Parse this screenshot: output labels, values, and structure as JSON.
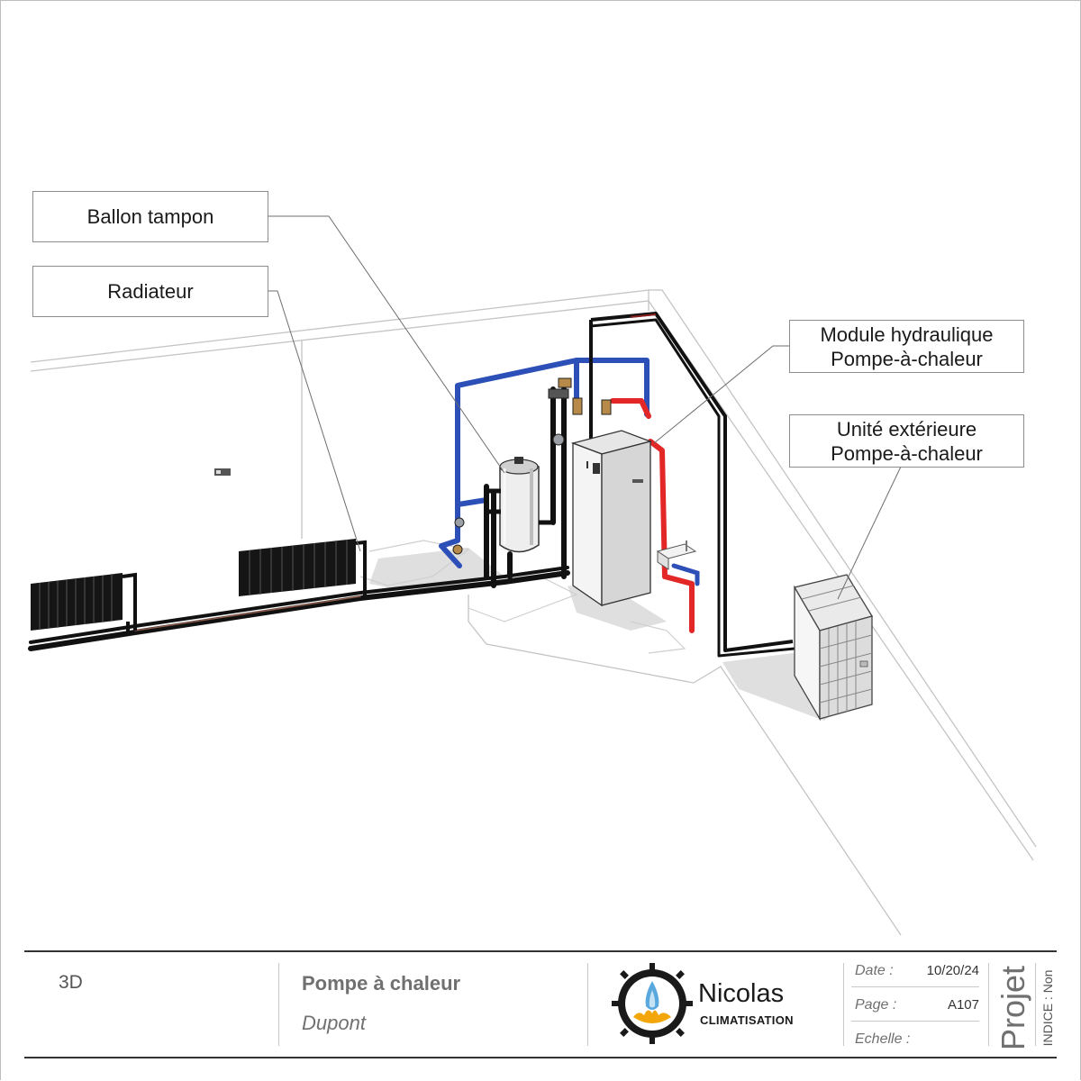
{
  "callouts": {
    "ballon": "Ballon tampon",
    "radiateur": "Radiateur",
    "module_line1": "Module hydraulique",
    "module_line2": "Pompe-à-chaleur",
    "unite_line1": "Unité extérieure",
    "unite_line2": "Pompe-à-chaleur"
  },
  "pipe_colors": {
    "supply": "#e32626",
    "return": "#2c4fb8",
    "main": "#111111"
  },
  "title_block": {
    "view": "3D",
    "title": "Pompe à chaleur",
    "client": "Dupont",
    "logo": {
      "name": "Nicolas",
      "subtitle": "CLIMATISATION"
    },
    "date_label": "Date :",
    "date_value": "10/20/24",
    "page_label": "Page :",
    "page_value": "A107",
    "scale_label": "Echelle :",
    "scale_value": "",
    "status": "Projet",
    "revision": "INDICE : Non"
  }
}
